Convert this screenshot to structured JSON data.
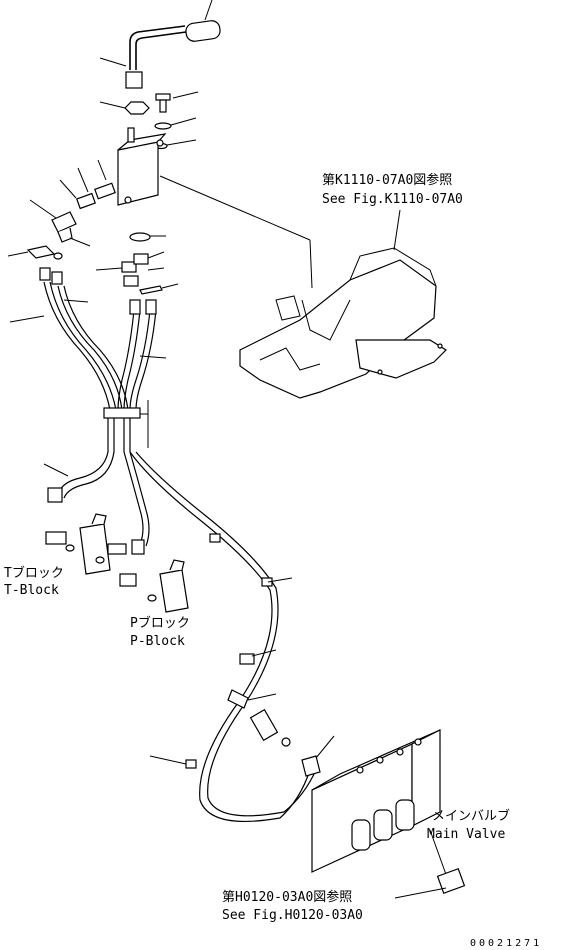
{
  "refs": {
    "k1110_ja": "第K1110-07A0図参照",
    "k1110_en": "See Fig.K1110-07A0",
    "h0120_ja": "第H0120-03A0図参照",
    "h0120_en": "See Fig.H0120-03A0"
  },
  "blocks": {
    "t_ja": "Tブロック",
    "t_en": "T-Block",
    "p_ja": "Pブロック",
    "p_en": "P-Block"
  },
  "main_valve": {
    "ja": "メインバルブ",
    "en": "Main Valve"
  },
  "drawing_number": "00021271"
}
